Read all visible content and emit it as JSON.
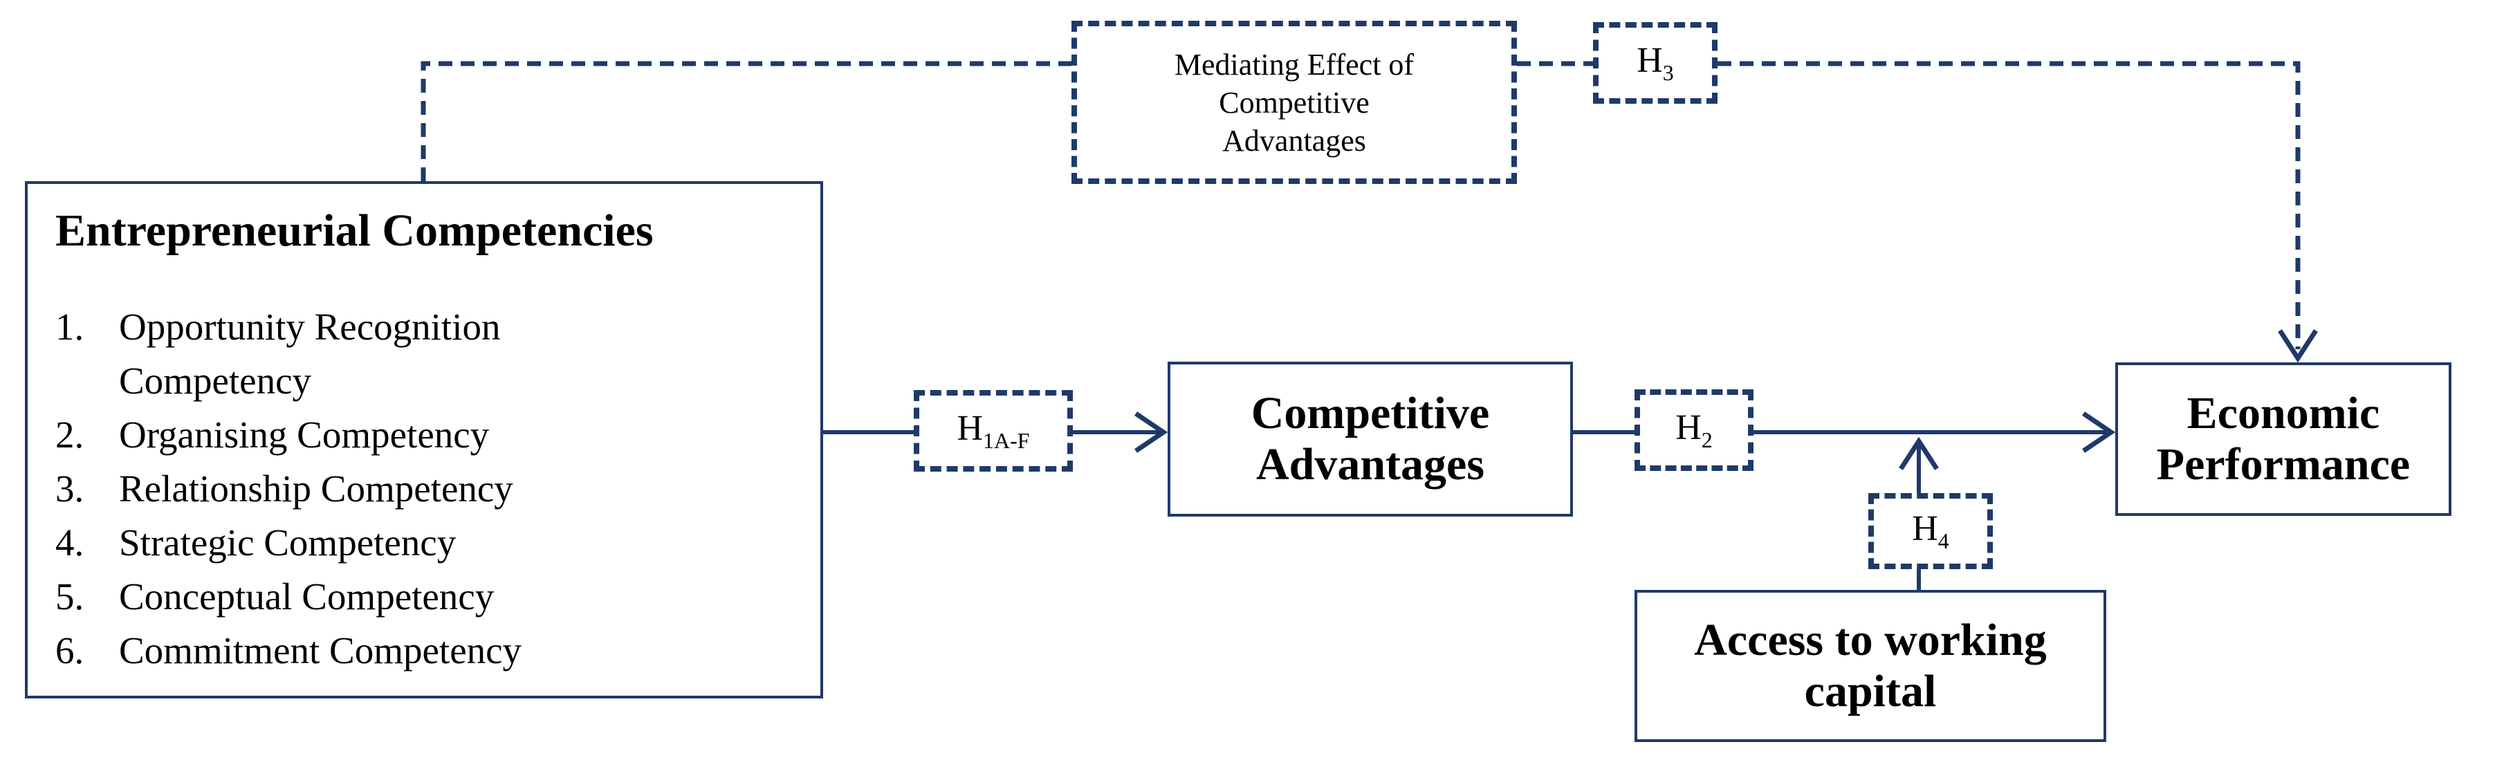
{
  "entrepreneurial_competencies": {
    "title": "Entrepreneurial Competencies",
    "items": [
      {
        "number": "1.",
        "lines": [
          "Opportunity Recognition",
          "Competency"
        ]
      },
      {
        "number": "2.",
        "lines": [
          "Organising Competency"
        ]
      },
      {
        "number": "3.",
        "lines": [
          "Relationship Competency"
        ]
      },
      {
        "number": "4.",
        "lines": [
          "Strategic Competency"
        ]
      },
      {
        "number": "5.",
        "lines": [
          "Conceptual Competency"
        ]
      },
      {
        "number": "6.",
        "lines": [
          "Commitment Competency"
        ]
      }
    ]
  },
  "competitive_advantages": {
    "line1": "Competitive",
    "line2": "Advantages"
  },
  "economic_performance": {
    "line1": "Economic",
    "line2": "Performance"
  },
  "access_to_working_capital": {
    "line1": "Access to working",
    "line2": "capital"
  },
  "mediating_effect": {
    "line1": "Mediating Effect of",
    "line2": "Competitive",
    "line3": "Advantages"
  },
  "hypotheses": {
    "h1": {
      "base": "H",
      "sub": "1A-F"
    },
    "h2": {
      "base": "H",
      "sub": "2"
    },
    "h3": {
      "base": "H",
      "sub": "3"
    },
    "h4": {
      "base": "H",
      "sub": "4"
    }
  },
  "colors": {
    "line": "#1f3a68",
    "text": "#000000",
    "background": "#ffffff"
  }
}
